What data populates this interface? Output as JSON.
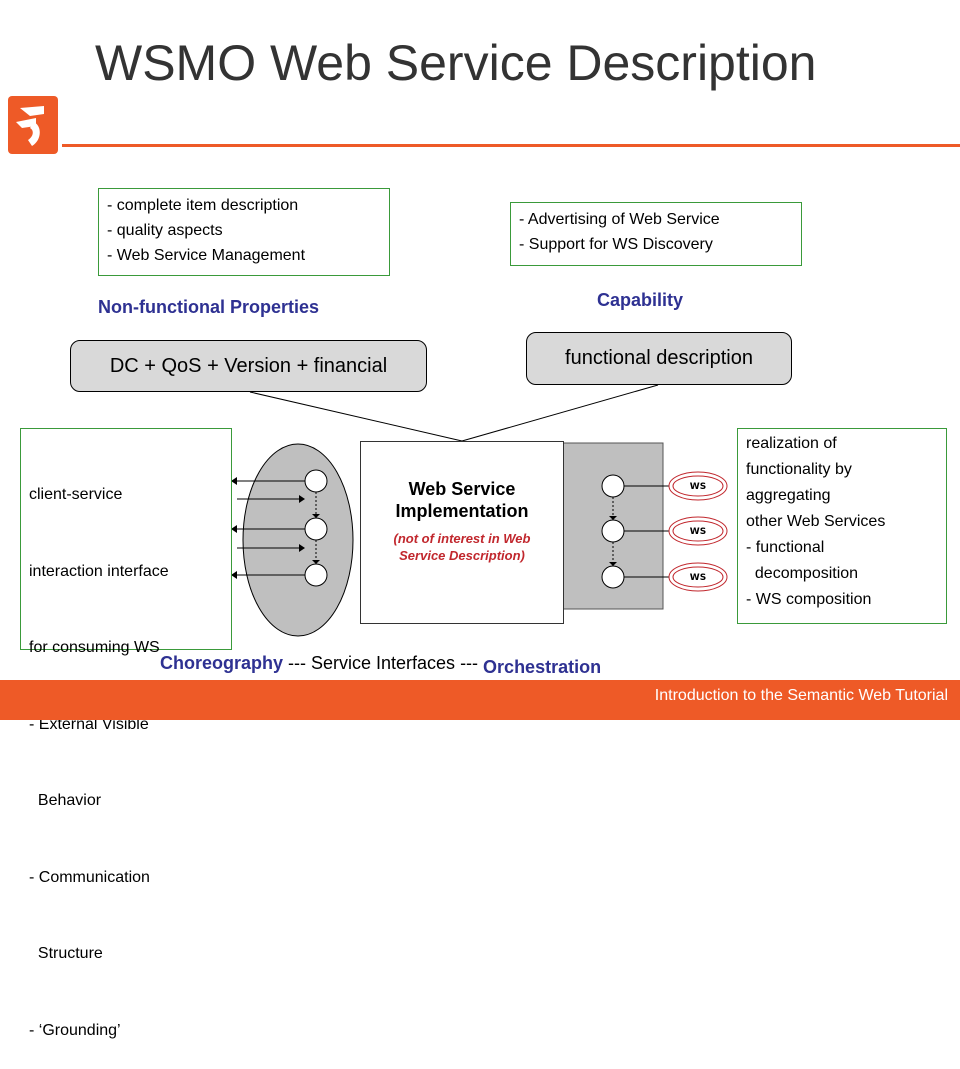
{
  "title": "WSMO Web Service Description",
  "colors": {
    "accent": "#ee5a27",
    "heading_blue": "#2e3192",
    "box_border": "#3a9a3a",
    "note_red": "#c1272d",
    "shape_gray": "#bfbfbf"
  },
  "nfp_box": {
    "lines": [
      "- complete item description",
      "- quality aspects",
      "- Web Service Management"
    ]
  },
  "capability_box": {
    "lines": [
      "- Advertising of Web Service",
      "- Support for WS Discovery"
    ]
  },
  "nfp_heading": "Non-functional Properties",
  "capability_heading": "Capability",
  "nfp_pill": "DC + QoS + Version + financial",
  "capability_pill": "functional description",
  "choreography_box": {
    "lines": [
      "client-service",
      "interaction interface",
      "for consuming WS",
      "- External Visible",
      "  Behavior",
      "- Communication",
      "  Structure",
      "- ‘Grounding’"
    ]
  },
  "orchestration_box": {
    "lines": [
      "realization of",
      "functionality by",
      "aggregating",
      "other Web Services",
      "- functional",
      "  decomposition",
      "- WS composition"
    ]
  },
  "implementation": {
    "title_line1": "Web Service",
    "title_line2": "Implementation",
    "note_line1": "(not of interest in Web",
    "note_line2": "Service Description)"
  },
  "ws_labels": [
    "WS",
    "WS",
    "WS"
  ],
  "bottom": {
    "choreography": "Choreography",
    "middle": " --- Service Interfaces --- ",
    "orchestration": "Orchestration"
  },
  "footer": "Introduction to the Semantic Web Tutorial"
}
